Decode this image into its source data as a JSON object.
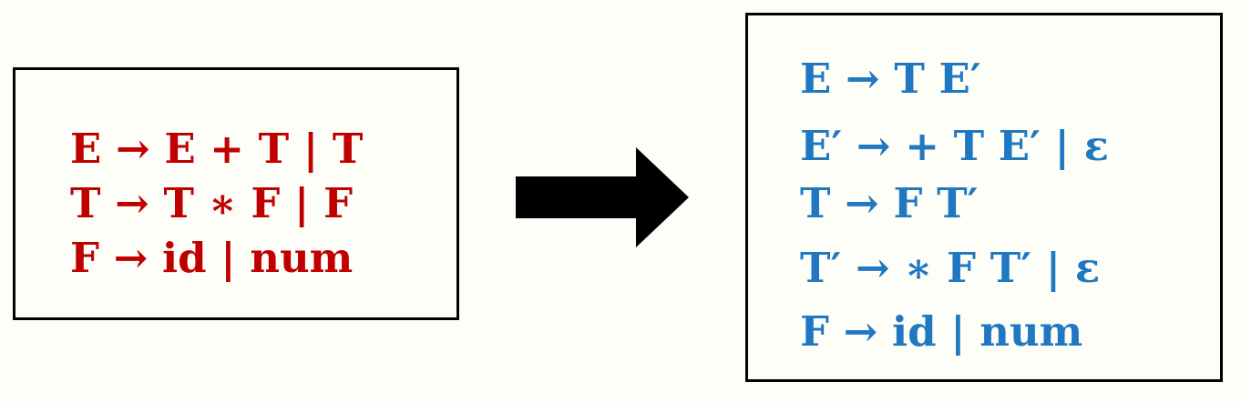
{
  "colors": {
    "background": "#fefef9",
    "original_grammar_text": "#c00000",
    "transformed_grammar_text": "#1f78c1",
    "border": "#000000",
    "arrow": "#000000"
  },
  "original_grammar": {
    "rules": [
      "E → E + T | T",
      "T → T ∗ F | F",
      "F → id | num"
    ]
  },
  "transformation_arrow": {
    "icon": "right-arrow-icon"
  },
  "transformed_grammar": {
    "rules": [
      "E → T E′",
      "E′ → + T E′ | ε",
      "T → F T′",
      "T′ → ∗ F T′ | ε",
      "F → id | num"
    ]
  }
}
